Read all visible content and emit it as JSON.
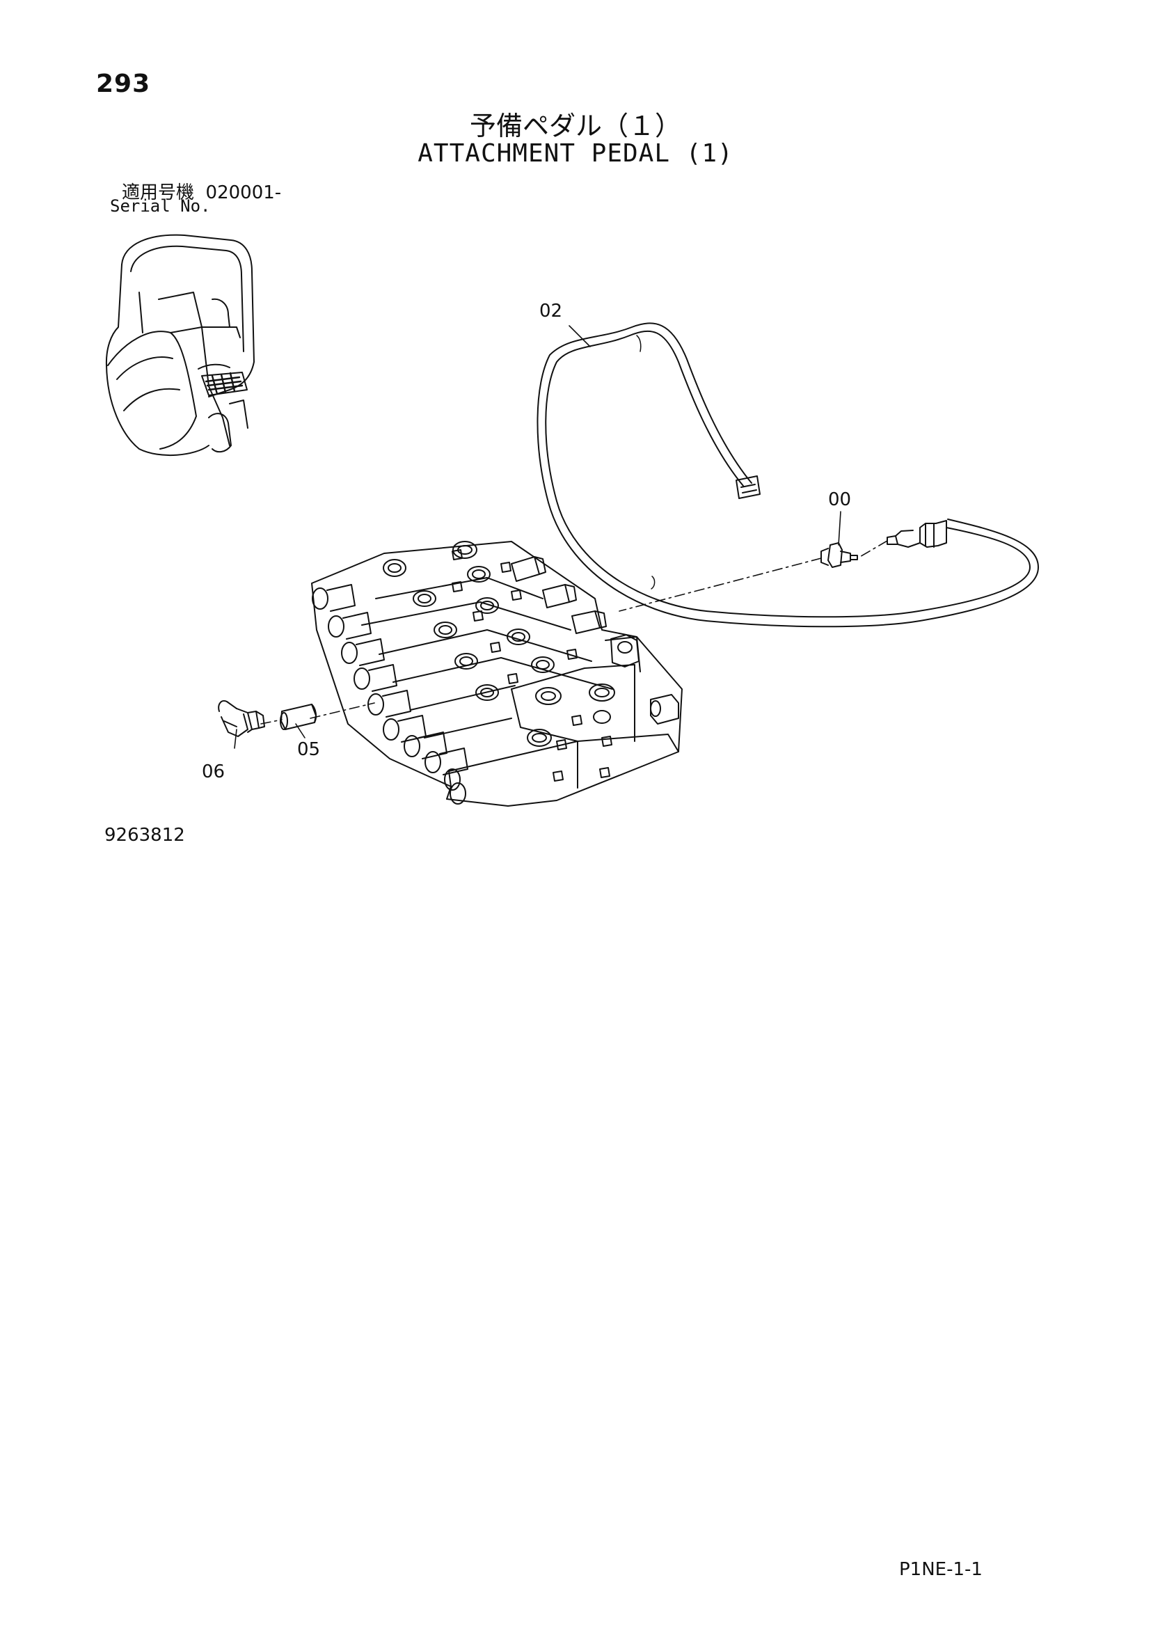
{
  "page": {
    "number": "293",
    "code": "P1NE-1-1"
  },
  "title": {
    "japanese": "予備ペダル（１）",
    "english": "ATTACHMENT PEDAL (1)"
  },
  "serial": {
    "label_japanese": "適用号機",
    "value": "020001-",
    "label_english": "Serial No."
  },
  "drawing_number": "9263812",
  "callouts": {
    "p00": "00",
    "p02": "02",
    "p05": "05",
    "p06": "06"
  }
}
